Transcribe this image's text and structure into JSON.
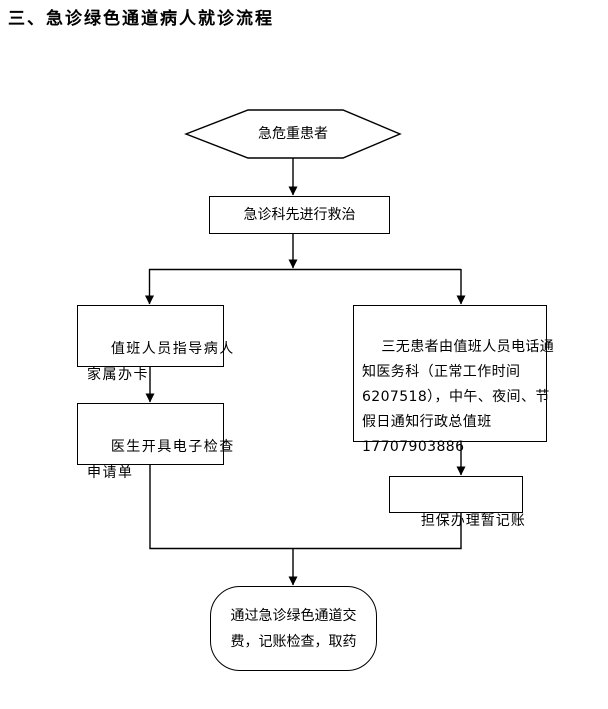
{
  "page": {
    "background_color": "#ffffff",
    "line_color": "#000000",
    "text_color": "#000000"
  },
  "title": "三、急诊绿色通道病人就诊流程",
  "flowchart": {
    "start_hexagon": {
      "label": "急危重患者",
      "shape": "hexagon"
    },
    "process_triage": {
      "label": "急诊科先进行救治",
      "shape": "rectangle"
    },
    "left_branch": {
      "card_step": {
        "label": "值班人员指导病人\n家属办卡",
        "shape": "rectangle"
      },
      "order_step": {
        "label": "医生开具电子检查\n申请单",
        "shape": "rectangle"
      }
    },
    "right_branch": {
      "notify_step": {
        "label": "三无患者由值班人员电话通\n知医务科（正常工作时间\n6207518），中午、夜间、节\n假日通知行政总值班\n17707903886",
        "shape": "rectangle",
        "daytime_phone": "6207518",
        "duty_phone": "17707903886"
      },
      "guarantee_step": {
        "label": "担保办理暂记账",
        "shape": "rectangle"
      }
    },
    "end_terminal": {
      "label": "通过急诊绿色通道交\n费，记账检查，取药",
      "shape": "rounded-rectangle"
    }
  }
}
